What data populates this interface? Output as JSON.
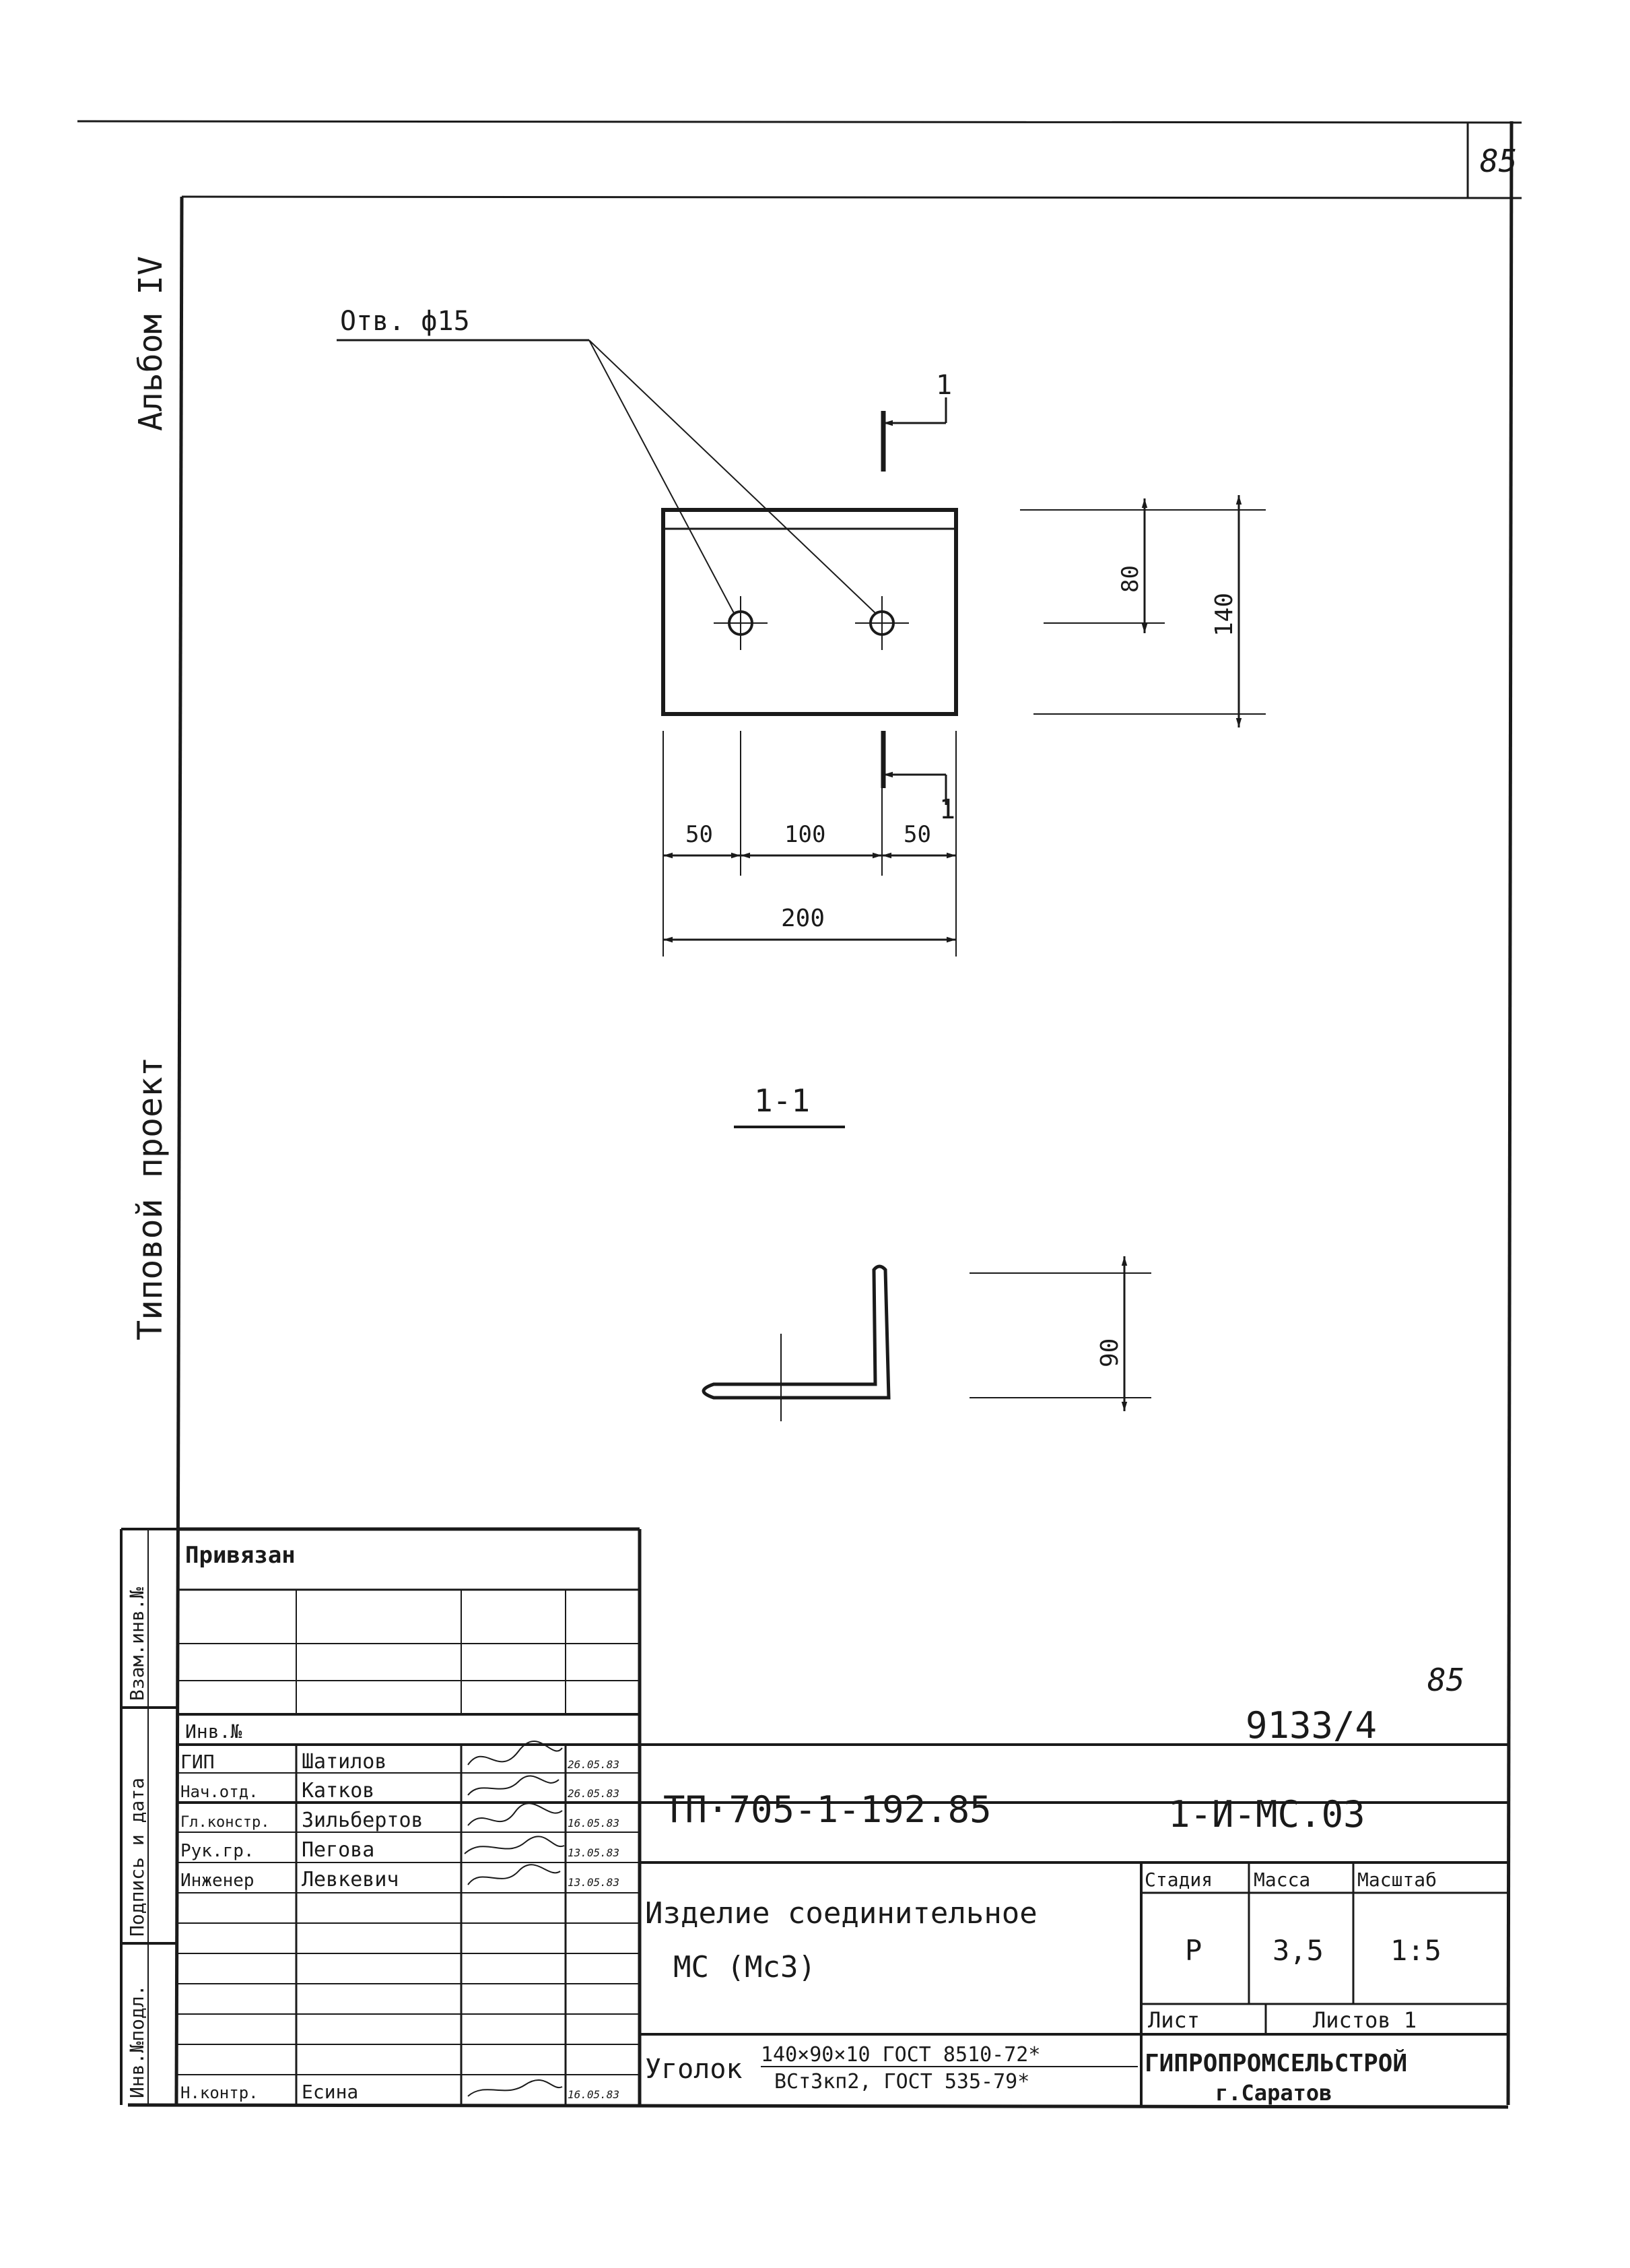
{
  "page_number": "85",
  "side_labels": {
    "album": "Альбом IV",
    "project": "Типовой проект"
  },
  "left_strip": {
    "vzam_inv": "Взам.инв.№",
    "podpis_data": "Подпись и дата",
    "inv_podl": "Инв.№подл."
  },
  "drawing": {
    "hole_callout": "Отв. ф15",
    "section_mark": "1",
    "section_title": "1-1",
    "dimensions": {
      "left_edge": "50",
      "hole_spacing": "100",
      "right_edge": "50",
      "overall_width": "200",
      "hole_height": "80",
      "overall_height": "140",
      "flange_height": "90"
    }
  },
  "stamp": {
    "privyazan": "Привязан",
    "inv_no": "Инв.№",
    "doc_number": "9133/4",
    "sheet_handwritten": "85",
    "designation": "ТП·705-1-192.85",
    "code": "1-И-МС.03",
    "signatures": [
      {
        "role": "ГИП",
        "name": "Шатилов",
        "date": "26.05.83"
      },
      {
        "role": "Нач.отд.",
        "name": "Катков",
        "date": "26.05.83"
      },
      {
        "role": "Гл.констр.",
        "name": "Зильбертов",
        "date": "16.05.83"
      },
      {
        "role": "Рук.гр.",
        "name": "Пегова",
        "date": "13.05.83"
      },
      {
        "role": "Инженер",
        "name": "Левкевич",
        "date": "13.05.83"
      }
    ],
    "n_kontr": {
      "role": "Н.контр.",
      "name": "Есина",
      "date": "16.05.83"
    },
    "title_line1": "Изделие соединительное",
    "title_line2": "МС    (Мс3)",
    "headers": {
      "stage": "Стадия",
      "mass": "Масса",
      "scale": "Масштаб"
    },
    "values": {
      "stage": "Р",
      "mass": "3,5",
      "scale": "1:5"
    },
    "sheet_label": "Лист",
    "sheets_label": "Листов 1",
    "material_label": "Уголок",
    "material_line1": "140×90×10 ГОСТ 8510-72*",
    "material_line2": "ВСт3кп2, ГОСТ 535-79*",
    "org_name": "ГИПРОПРОМСЕЛЬСТРОЙ",
    "org_city": "г.Саратов"
  }
}
